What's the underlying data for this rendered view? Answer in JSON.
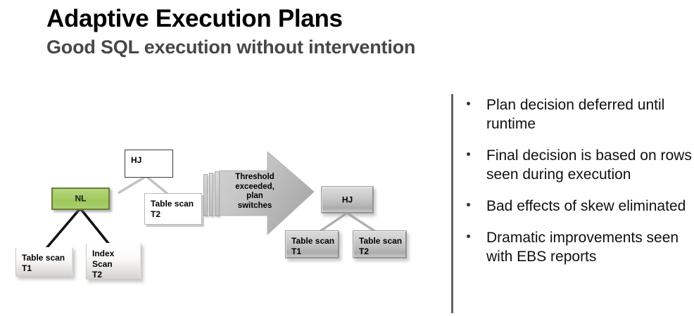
{
  "slide": {
    "title": "Adaptive Execution Plans",
    "subtitle": "Good SQL execution without intervention"
  },
  "colors": {
    "title": "#000000",
    "subtitle": "#474747",
    "divider": "#636363",
    "nl_node_fill": "#a5cc64",
    "nl_node_border": "#6b7f37",
    "grey_node_fill": "#bdbdbd",
    "arrow_fill": "#bfbfbf",
    "connector_dark": "#111111",
    "connector_light": "#c3c3c3"
  },
  "diagram": {
    "left_plan": {
      "root": {
        "label": "HJ"
      },
      "nl_node": {
        "label": "NL"
      },
      "right_child": {
        "label": "Table scan\nT2"
      },
      "nl_children": [
        {
          "label": "Table scan\nT1"
        },
        {
          "label": "Index\n     Scan\nT2"
        }
      ]
    },
    "transition": {
      "arrow_label": "Threshold\nexceeded,\nplan\nswitches",
      "stripe_count": 3
    },
    "right_plan": {
      "root": {
        "label": "HJ"
      },
      "children": [
        {
          "label": "Table scan\nT1"
        },
        {
          "label": "Table scan\nT2"
        }
      ]
    }
  },
  "bullets": [
    {
      "text": "Plan decision deferred until runtime"
    },
    {
      "text": "Final decision is based on rows seen during execution"
    },
    {
      "text": "Bad effects of skew eliminated"
    },
    {
      "text": "Dramatic improvements seen with EBS reports"
    }
  ]
}
